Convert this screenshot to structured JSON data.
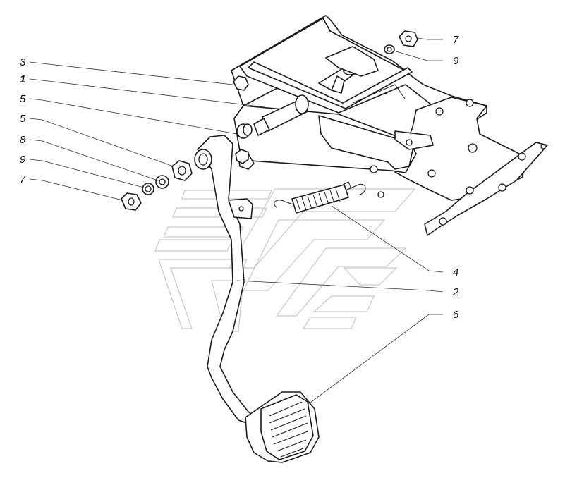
{
  "callouts": {
    "c3": "3",
    "c1": "1",
    "c5a": "5",
    "c5b": "5",
    "c8": "8",
    "c9l": "9",
    "c7l": "7",
    "c7r": "7",
    "c9r": "9",
    "c4": "4",
    "c2": "2",
    "c6": "6"
  },
  "colors": {
    "line": "#1a1a1a",
    "watermark": "#c9c9c9"
  },
  "icons": {
    "watermark": "brand-logo-watermark"
  }
}
